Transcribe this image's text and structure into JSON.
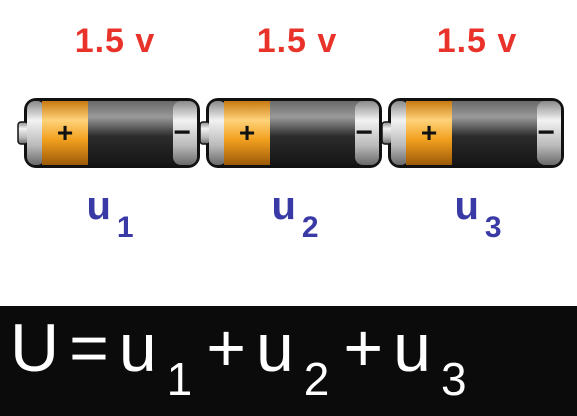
{
  "cells": [
    {
      "voltage": "1.5 v",
      "label": "u",
      "sub": "1",
      "plus": "+",
      "minus": "−"
    },
    {
      "voltage": "1.5 v",
      "label": "u",
      "sub": "2",
      "plus": "+",
      "minus": "−"
    },
    {
      "voltage": "1.5 v",
      "label": "u",
      "sub": "3",
      "plus": "+",
      "minus": "−"
    }
  ],
  "formula": {
    "lhs": "U",
    "eq": "=",
    "terms": [
      {
        "var": "u",
        "sub": "1"
      },
      {
        "var": "u",
        "sub": "2"
      },
      {
        "var": "u",
        "sub": "3"
      }
    ],
    "op": "+"
  },
  "colors": {
    "voltage": "#e8322a",
    "label": "#3a3aa6",
    "battery_positive_band": "#f2a01f",
    "battery_body": "#2c2c2c",
    "formula_bg": "#0b0b0b",
    "formula_text": "#ffffff"
  }
}
